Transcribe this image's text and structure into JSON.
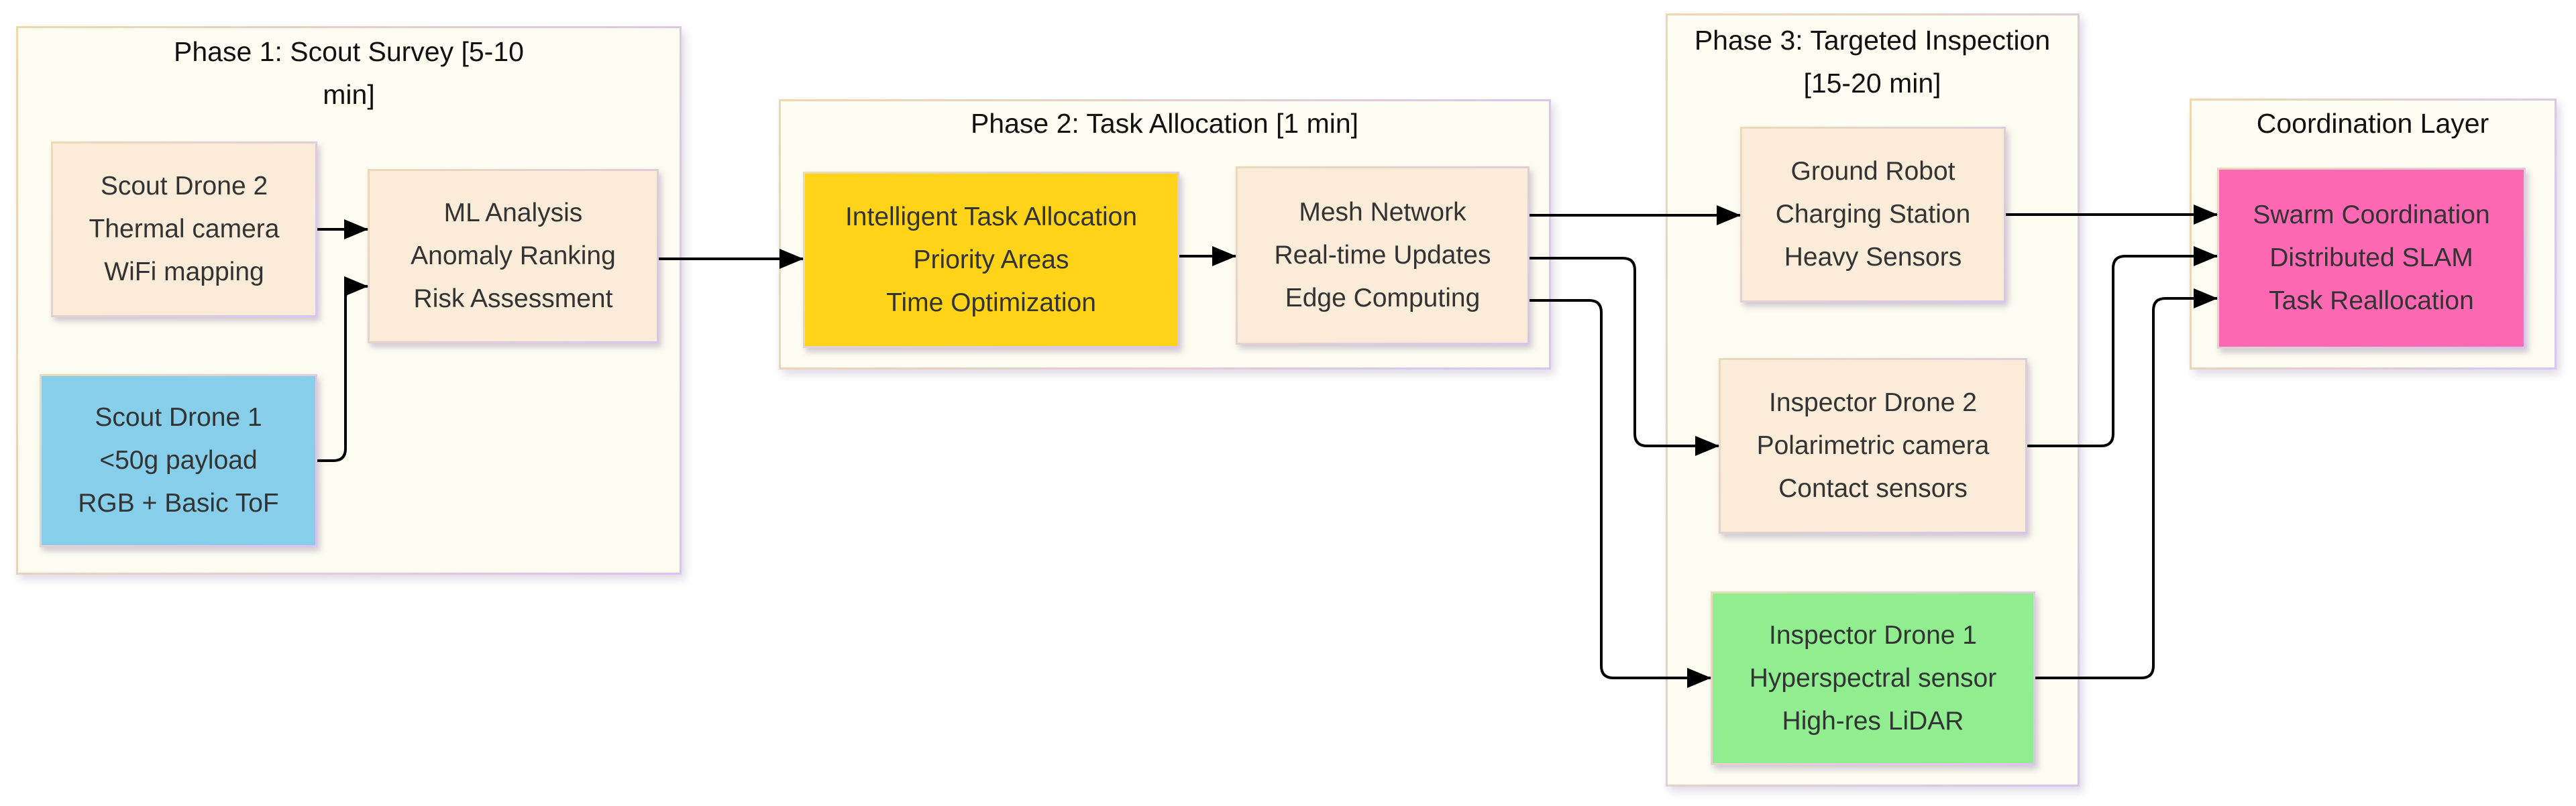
{
  "diagram": {
    "clusters": {
      "phase1": {
        "title": "Phase 1: Scout Survey [5-10 min]"
      },
      "phase2": {
        "title": "Phase 2: Task Allocation [1 min]"
      },
      "phase3": {
        "title": "Phase 3: Targeted Inspection [15-20 min]"
      },
      "coordination": {
        "title": "Coordination Layer"
      }
    },
    "nodes": {
      "scout_drone_2": {
        "lines": [
          "Scout Drone 2",
          "Thermal camera",
          "WiFi mapping"
        ],
        "fill": "#faecd8"
      },
      "scout_drone_1": {
        "lines": [
          "Scout Drone 1",
          "<50g payload",
          "RGB + Basic ToF"
        ],
        "fill": "#87ceeb"
      },
      "ml_analysis": {
        "lines": [
          "ML Analysis",
          "Anomaly Ranking",
          "Risk Assessment"
        ],
        "fill": "#faecd8"
      },
      "task_allocation": {
        "lines": [
          "Intelligent Task Allocation",
          "Priority Areas",
          "Time Optimization"
        ],
        "fill": "#ffd317"
      },
      "mesh_network": {
        "lines": [
          "Mesh Network",
          "Real-time Updates",
          "Edge Computing"
        ],
        "fill": "#faecd8"
      },
      "ground_robot": {
        "lines": [
          "Ground Robot",
          "Charging Station",
          "Heavy Sensors"
        ],
        "fill": "#faecd8"
      },
      "inspector_drone_2": {
        "lines": [
          "Inspector Drone 2",
          "Polarimetric camera",
          "Contact sensors"
        ],
        "fill": "#faecd8"
      },
      "inspector_drone_1": {
        "lines": [
          "Inspector Drone 1",
          "Hyperspectral sensor",
          "High-res LiDAR"
        ],
        "fill": "#90ee90"
      },
      "swarm_coordination": {
        "lines": [
          "Swarm Coordination",
          "Distributed SLAM",
          "Task Reallocation"
        ],
        "fill": "#ff69b4"
      }
    },
    "edges": [
      {
        "from": "Scout Drone 2",
        "to": "ML Analysis"
      },
      {
        "from": "Scout Drone 1",
        "to": "ML Analysis"
      },
      {
        "from": "ML Analysis",
        "to": "Intelligent Task Allocation"
      },
      {
        "from": "Intelligent Task Allocation",
        "to": "Mesh Network"
      },
      {
        "from": "Mesh Network",
        "to": "Ground Robot"
      },
      {
        "from": "Mesh Network",
        "to": "Inspector Drone 2"
      },
      {
        "from": "Mesh Network",
        "to": "Inspector Drone 1"
      },
      {
        "from": "Ground Robot",
        "to": "Swarm Coordination"
      },
      {
        "from": "Inspector Drone 2",
        "to": "Swarm Coordination"
      },
      {
        "from": "Inspector Drone 1",
        "to": "Swarm Coordination"
      }
    ],
    "colors": {
      "cluster_fill": "#fffdf2",
      "node_cream": "#faecd8",
      "node_blue": "#87ceeb",
      "node_gold": "#ffd317",
      "node_green": "#90ee90",
      "node_pink": "#ff69b4",
      "border_tan": "#edd9ae",
      "border_lavender": "#d9c4f2",
      "arrow": "#000000",
      "text": "#333333"
    }
  }
}
